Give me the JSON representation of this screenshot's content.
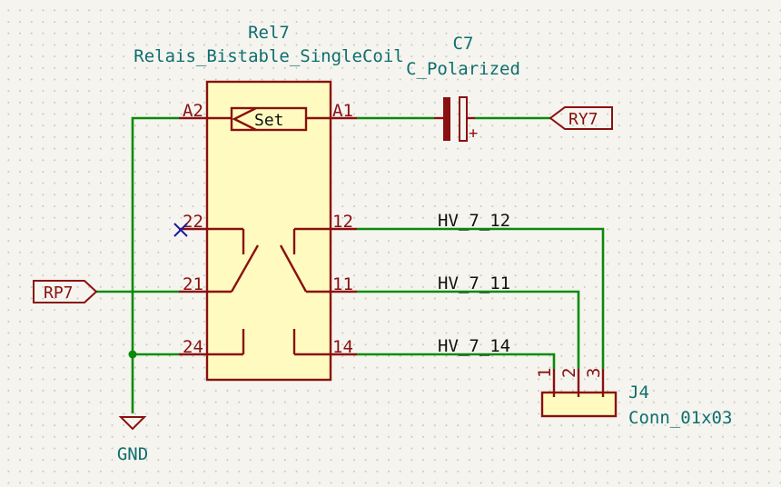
{
  "relay": {
    "ref": "Rel7",
    "value": "Relais_Bistable_SingleCoil",
    "coil_label": "Set",
    "pins": {
      "a2": "A2",
      "a1": "A1",
      "p22": "22",
      "p21": "21",
      "p24": "24",
      "p12": "12",
      "p11": "11",
      "p14": "14"
    }
  },
  "capacitor": {
    "ref": "C7",
    "value": "C_Polarized",
    "polarity": "+"
  },
  "connector": {
    "ref": "J4",
    "value": "Conn_01x03",
    "pins": [
      "1",
      "2",
      "3"
    ]
  },
  "labels": {
    "ry7": "RY7",
    "rp7": "RP7"
  },
  "nets": {
    "hv12": "HV_7_12",
    "hv11": "HV_7_11",
    "hv14": "HV_7_14"
  },
  "power": {
    "gnd": "GND"
  },
  "colors": {
    "wire": "#0a8a0a",
    "component": "#8a1010",
    "body_fill": "#fffbc0",
    "reference_text": "#0f6e6e",
    "no_connect": "#1a1aa0"
  }
}
